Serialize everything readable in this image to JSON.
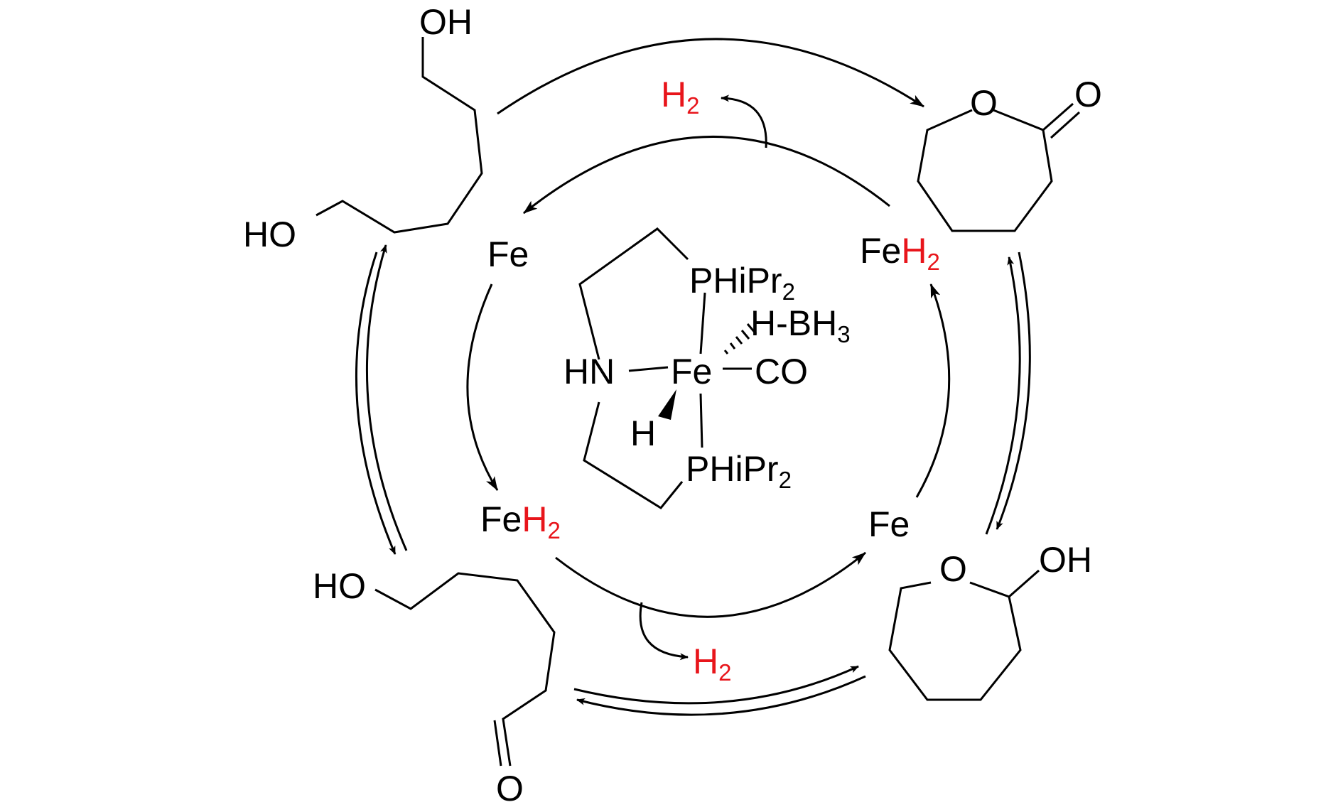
{
  "catalyst": {
    "ligand_upper": "PHiPr",
    "ligand_upper_sub": "2",
    "ligand_lower": "PHiPr",
    "ligand_lower_sub": "2",
    "borane": "H-BH",
    "borane_sub": "3",
    "metal": "Fe",
    "carbonyl": "CO",
    "amine": "HN",
    "hydride": "H"
  },
  "species": {
    "fe_left": "Fe",
    "fe_right": "Fe",
    "feh2_left_fe": "Fe",
    "feh2_left_h": "H",
    "feh2_left_sub": "2",
    "feh2_right_fe": "Fe",
    "feh2_right_h": "H",
    "feh2_right_sub": "2"
  },
  "released_h2": {
    "top_h": "H",
    "top_sub": "2",
    "bottom_h": "H",
    "bottom_sub": "2"
  },
  "substrates": {
    "diol_oh_top": "OH",
    "diol_oh_left": "HO",
    "lactone_o_ring": "O",
    "lactone_o_carbonyl": "O",
    "lactol_o_ring": "O",
    "lactol_oh": "OH",
    "aldehyde_ho": "HO",
    "aldehyde_o": "O"
  },
  "colors": {
    "ink": "#000000",
    "hydrogen_highlight": "#e8151b"
  }
}
